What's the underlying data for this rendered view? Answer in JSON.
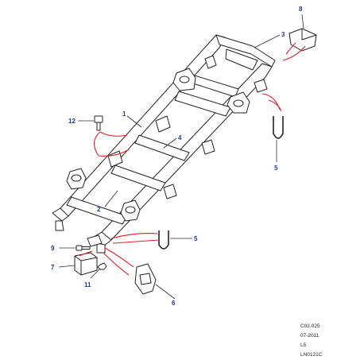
{
  "callouts": [
    {
      "id": "1",
      "label": "1"
    },
    {
      "id": "2",
      "label": "2"
    },
    {
      "id": "3",
      "label": "3"
    },
    {
      "id": "4",
      "label": "4"
    },
    {
      "id": "5a",
      "label": "5"
    },
    {
      "id": "5b",
      "label": "5"
    },
    {
      "id": "6",
      "label": "6"
    },
    {
      "id": "7",
      "label": "7"
    },
    {
      "id": "8",
      "label": "8"
    },
    {
      "id": "9",
      "label": "9"
    },
    {
      "id": "11",
      "label": "11"
    },
    {
      "id": "12",
      "label": "12"
    }
  ],
  "reference": {
    "code": "C02.025",
    "date": "07-2011",
    "level": "L5",
    "illustration": "LN0121C"
  },
  "colors": {
    "callout_text": "#1f3a93",
    "leader_line": "#2b2b2b",
    "highlight_curve": "#e0202a",
    "part_outline": "#222222",
    "part_fill": "#ffffff"
  }
}
